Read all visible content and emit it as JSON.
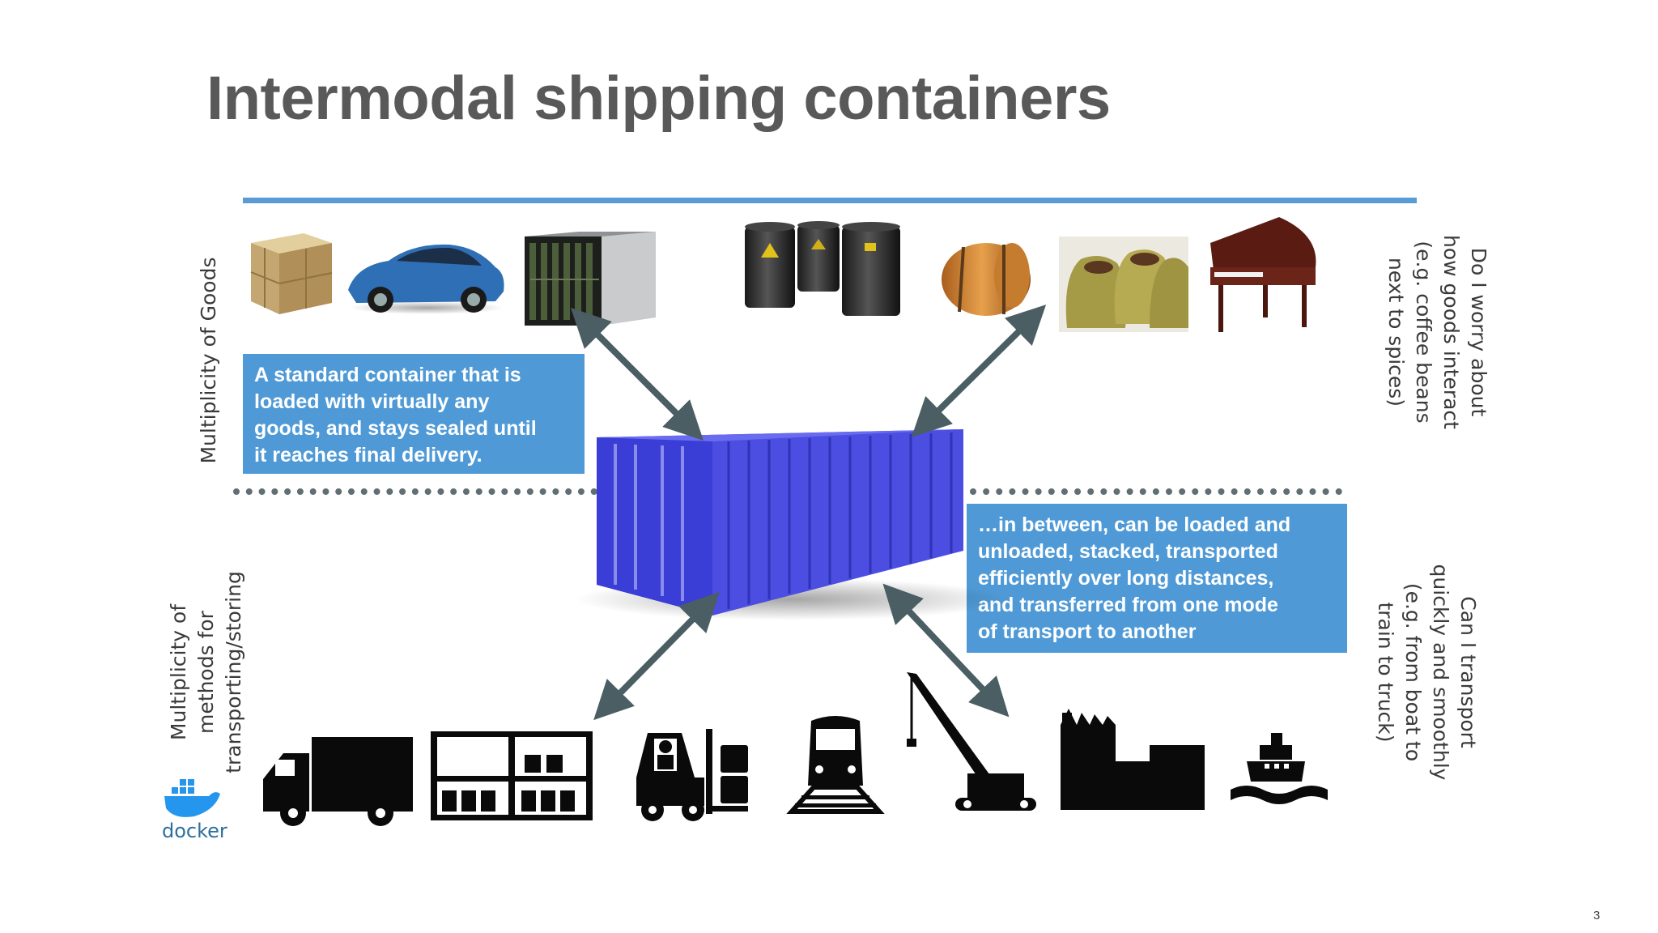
{
  "slide": {
    "title": "Intermodal shipping containers",
    "page_number": "3",
    "left_labels": {
      "goods": [
        "Multiplicity of Goods"
      ],
      "methods": [
        "Multiplicity of",
        "methods for",
        "transporting/storing"
      ]
    },
    "right_labels": {
      "goods_question": [
        "Do I worry about",
        "how goods interact",
        "(e.g. coffee beans",
        "next to spices)"
      ],
      "transport_question": [
        "Can I transport",
        "quickly and smoothly",
        "(e.g. from boat to",
        "train to truck)"
      ]
    },
    "callouts": {
      "standard_container": [
        "A standard container that is",
        "loaded with virtually any",
        "goods, and stays sealed until",
        "it reaches final delivery."
      ],
      "in_between": [
        "…in between, can be loaded and",
        "unloaded, stacked, transported",
        "efficiently over long distances,",
        "and transferred from one mode",
        "of transport to another"
      ]
    },
    "logo_text": "docker",
    "goods_icons": [
      "crate-icon",
      "sports-car-icon",
      "server-rack-icon",
      "oil-barrels-icon",
      "wooden-barrel-icon",
      "coffee-sacks-icon",
      "grand-piano-icon"
    ],
    "transport_icons": [
      "truck-icon",
      "warehouse-rack-icon",
      "forklift-icon",
      "train-icon",
      "crane-icon",
      "factory-icon",
      "ship-icon"
    ],
    "colors": {
      "accent_blue": "#4f9ad6",
      "rule_blue": "#5b9bd5",
      "container_blue": "#4b4ee0",
      "arrow": "#4a5e63",
      "title_gray": "#595959"
    }
  }
}
